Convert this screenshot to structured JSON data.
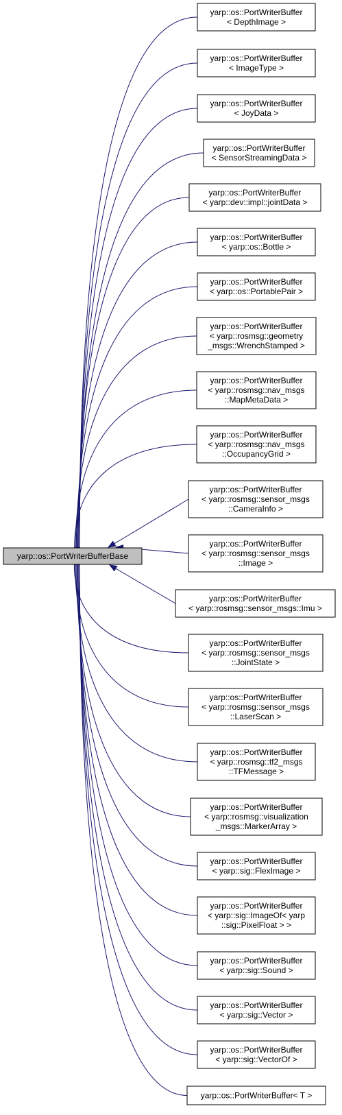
{
  "base": {
    "label": "yarp::os::PortWriterBufferBase"
  },
  "derived": [
    {
      "lines": [
        "yarp::os::PortWriterBuffer",
        "< DepthImage >"
      ]
    },
    {
      "lines": [
        "yarp::os::PortWriterBuffer",
        "< ImageType >"
      ]
    },
    {
      "lines": [
        "yarp::os::PortWriterBuffer",
        "< JoyData >"
      ]
    },
    {
      "lines": [
        "yarp::os::PortWriterBuffer",
        "< SensorStreamingData >"
      ]
    },
    {
      "lines": [
        "yarp::os::PortWriterBuffer",
        "< yarp::dev::impl::jointData >"
      ]
    },
    {
      "lines": [
        "yarp::os::PortWriterBuffer",
        "< yarp::os::Bottle >"
      ]
    },
    {
      "lines": [
        "yarp::os::PortWriterBuffer",
        "< yarp::os::PortablePair >"
      ]
    },
    {
      "lines": [
        "yarp::os::PortWriterBuffer",
        "< yarp::rosmsg::geometry",
        "_msgs::WrenchStamped >"
      ]
    },
    {
      "lines": [
        "yarp::os::PortWriterBuffer",
        "< yarp::rosmsg::nav_msgs",
        "::MapMetaData >"
      ]
    },
    {
      "lines": [
        "yarp::os::PortWriterBuffer",
        "< yarp::rosmsg::nav_msgs",
        "::OccupancyGrid >"
      ]
    },
    {
      "lines": [
        "yarp::os::PortWriterBuffer",
        "< yarp::rosmsg::sensor_msgs",
        "::CameraInfo >"
      ]
    },
    {
      "lines": [
        "yarp::os::PortWriterBuffer",
        "< yarp::rosmsg::sensor_msgs",
        "::Image >"
      ]
    },
    {
      "lines": [
        "yarp::os::PortWriterBuffer",
        "< yarp::rosmsg::sensor_msgs::Imu >"
      ]
    },
    {
      "lines": [
        "yarp::os::PortWriterBuffer",
        "< yarp::rosmsg::sensor_msgs",
        "::JointState >"
      ]
    },
    {
      "lines": [
        "yarp::os::PortWriterBuffer",
        "< yarp::rosmsg::sensor_msgs",
        "::LaserScan >"
      ]
    },
    {
      "lines": [
        "yarp::os::PortWriterBuffer",
        "< yarp::rosmsg::tf2_msgs",
        "::TFMessage >"
      ]
    },
    {
      "lines": [
        "yarp::os::PortWriterBuffer",
        "< yarp::rosmsg::visualization",
        "_msgs::MarkerArray >"
      ]
    },
    {
      "lines": [
        "yarp::os::PortWriterBuffer",
        "< yarp::sig::FlexImage >"
      ]
    },
    {
      "lines": [
        "yarp::os::PortWriterBuffer",
        "< yarp::sig::ImageOf< yarp",
        "::sig::PixelFloat > >"
      ]
    },
    {
      "lines": [
        "yarp::os::PortWriterBuffer",
        "< yarp::sig::Sound >"
      ]
    },
    {
      "lines": [
        "yarp::os::PortWriterBuffer",
        "< yarp::sig::Vector >"
      ]
    },
    {
      "lines": [
        "yarp::os::PortWriterBuffer",
        "< yarp::sig::VectorOf >"
      ]
    },
    {
      "lines": [
        "yarp::os::PortWriterBuffer< T >"
      ]
    }
  ]
}
